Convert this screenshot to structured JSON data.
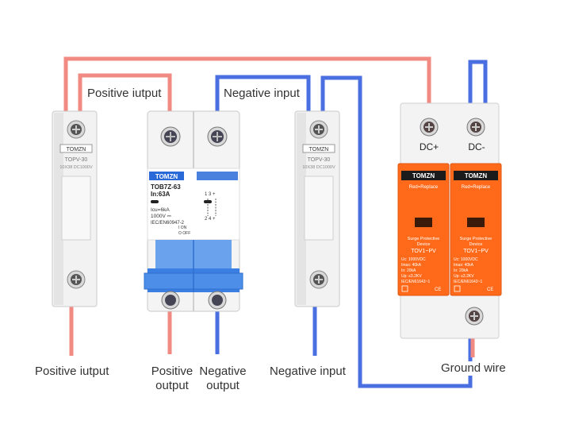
{
  "labels": {
    "top_positive": "Positive iutput",
    "top_negative": "Negative input",
    "bottom_positive_left": "Positive iutput",
    "bottom_positive_output": "Positive\noutput",
    "bottom_negative_output": "Negative\noutput",
    "bottom_negative_input": "Negative input",
    "ground_wire": "Ground wire"
  },
  "fuse_holders": [
    {
      "brand": "TOMZN",
      "model": "TOPV-30",
      "rating": "10X38 DC1000V"
    },
    {
      "brand": "TOMZN",
      "model": "TOPV-30",
      "rating": "10X38 DC1000V"
    }
  ],
  "breaker": {
    "brand": "TOMZN",
    "model": "TOB7Z-63",
    "current": "In:63A",
    "icu": "Icu=6kA",
    "voltage": "1000V ⎓",
    "standard": "IEC/EN60947-2",
    "on_text": "I ON",
    "off_text": "O OFF",
    "terminals_top": "1  3 +",
    "terminals_bottom": "2  4 +"
  },
  "spd": {
    "dc_plus": "DC+",
    "dc_minus": "DC-",
    "modules": [
      {
        "brand": "TOMZN",
        "sub": "Red=Replace",
        "desc1": "Surge Protective",
        "desc2": "Device",
        "model": "TOV1~PV",
        "uc": "Uc:   1000VDC",
        "imax": "Imax:      40kA",
        "in": "In:          20kA",
        "up": "Up:       ≤3.2KV",
        "std": "IEC/EN61643~1"
      },
      {
        "brand": "TOMZN",
        "sub": "Red=Replace",
        "desc1": "Surge Protective",
        "desc2": "Device",
        "model": "TOV1~PV",
        "uc": "Uc:   1000VDC",
        "imax": "Imax:      40kA",
        "in": "In:          20kA",
        "up": "Up:       ≤3.2KV",
        "std": "IEC/EN61643~1"
      }
    ]
  },
  "colors": {
    "positive_wire": "#f08a82",
    "negative_wire": "#4a6fe0",
    "spd_orange": "#ff6a1a",
    "breaker_blue": "#4d8fe8"
  }
}
